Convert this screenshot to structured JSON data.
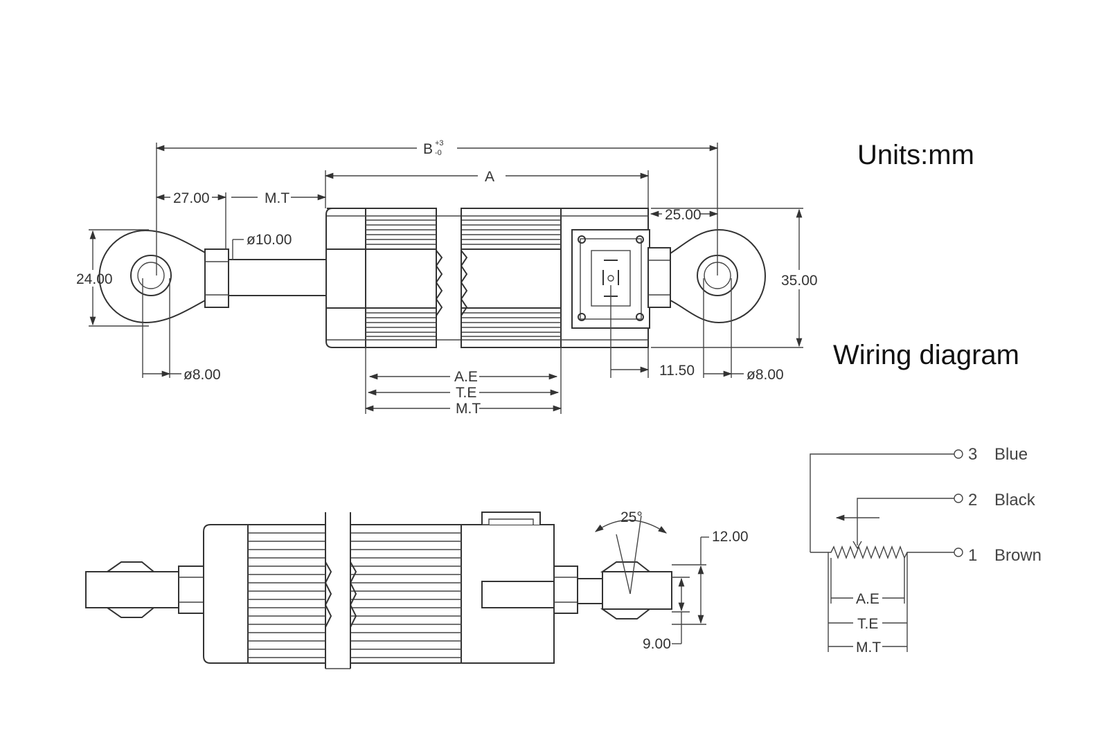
{
  "headings": {
    "units": "Units:mm",
    "wiring": "Wiring diagram"
  },
  "top_view": {
    "overall_length": "B",
    "overall_tol_plus": "+3",
    "overall_tol_minus": "-0",
    "body_length": "A",
    "left_offset": "27.00",
    "mech_travel": "M.T",
    "right_offset": "25.00",
    "rod_diameter": "ø10.00",
    "eye_height": "24.00",
    "body_height": "35.00",
    "left_hole": "ø8.00",
    "right_hole": "ø8.00",
    "connector_offset": "11.50",
    "electrical_travel": "A.E",
    "theoretical_travel": "T.E",
    "mechanical_travel": "M.T"
  },
  "side_view": {
    "angle": "25°",
    "outer_width": "12.00",
    "inner_width": "9.00"
  },
  "wiring": {
    "pins": [
      {
        "number": "3",
        "color": "Blue"
      },
      {
        "number": "2",
        "color": "Black"
      },
      {
        "number": "1",
        "color": "Brown"
      }
    ],
    "electrical_travel": "A.E",
    "theoretical_travel": "T.E",
    "mechanical_travel": "M.T"
  }
}
